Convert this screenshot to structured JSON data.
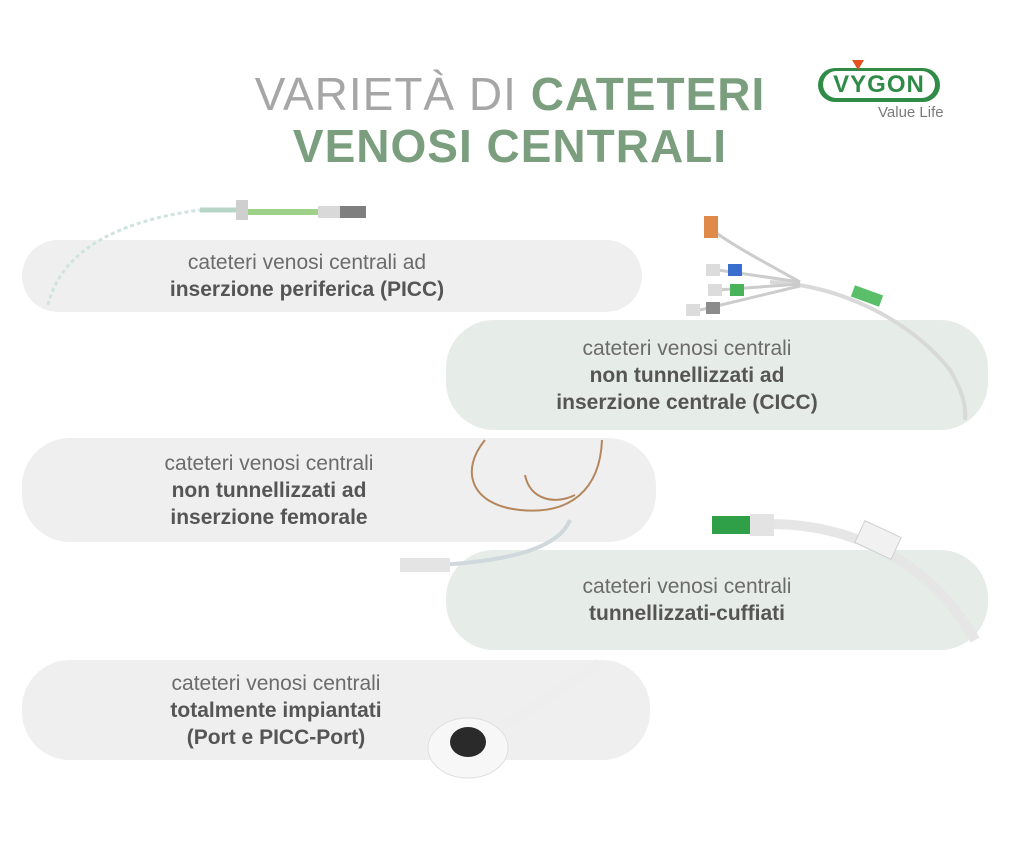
{
  "title": {
    "line1_thin": "VARIETÀ DI",
    "line1_bold": "CATETERI",
    "line2_bold": "VENOSI CENTRALI"
  },
  "logo": {
    "brand": "VYGON",
    "tagline": "Value Life",
    "colors": {
      "green": "#2f8b46",
      "accent": "#e2511f"
    }
  },
  "cards": [
    {
      "line1": "cateteri venosi centrali ad",
      "line2": "inserzione periferica (PICC)",
      "line3": ""
    },
    {
      "line1": "cateteri venosi centrali",
      "line2": "non tunnellizzati ad",
      "line3": "inserzione centrale (CICC)"
    },
    {
      "line1": "cateteri venosi centrali",
      "line2": "non tunnellizzati ad",
      "line3": "inserzione femorale"
    },
    {
      "line1": "cateteri venosi centrali",
      "line2": "tunnellizzati-cuffiati",
      "line3": ""
    },
    {
      "line1": "cateteri venosi centrali",
      "line2": "totalmente impiantati",
      "line3": "(Port e PICC-Port)"
    }
  ],
  "colors": {
    "title_gray": "#a6a6a6",
    "title_green": "#7a9e7e",
    "card_gray": "#efefef",
    "card_green": "#e6ece7"
  }
}
